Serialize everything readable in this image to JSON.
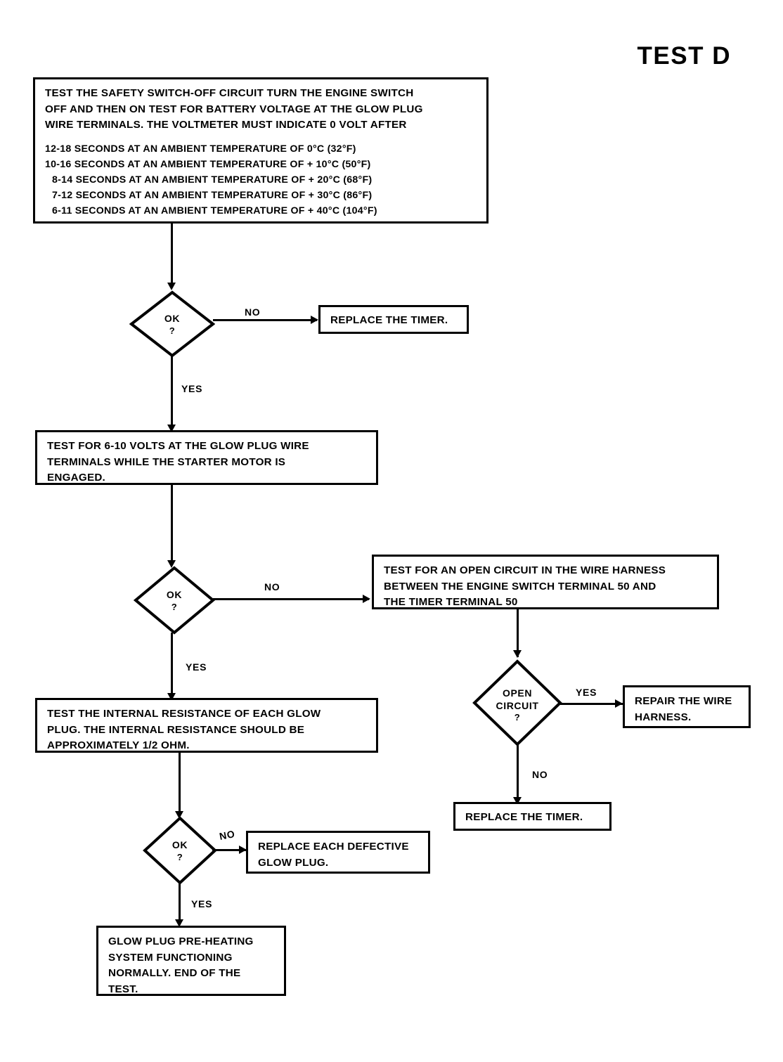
{
  "title": "TEST D",
  "nodes": {
    "intro": {
      "lines": [
        "TEST THE SAFETY SWITCH-OFF CIRCUIT  TURN THE ENGINE SWITCH",
        "OFF AND THEN ON  TEST FOR BATTERY VOLTAGE AT THE GLOW PLUG",
        "WIRE TERMINALS. THE VOLTMETER MUST INDICATE 0 VOLT AFTER"
      ],
      "timing_rows": [
        "12-18 SECONDS AT AN AMBIENT TEMPERATURE OF 0°C (32°F)",
        "10-16 SECONDS AT AN AMBIENT TEMPERATURE OF  + 10°C (50°F)",
        "8-14 SECONDS AT AN AMBIENT TEMPERATURE OF  + 20°C (68°F)",
        "7-12 SECONDS AT AN AMBIENT TEMPERATURE OF  + 30°C (86°F)",
        "6-11 SECONDS AT AN AMBIENT TEMPERATURE OF  + 40°C (104°F)"
      ]
    },
    "decision1": {
      "label": "OK",
      "question": "?"
    },
    "replace_timer_1": {
      "lines": [
        "REPLACE THE TIMER."
      ]
    },
    "test_volts": {
      "lines": [
        "TEST FOR 6-10 VOLTS AT THE GLOW PLUG WIRE",
        "TERMINALS WHILE THE STARTER MOTOR IS",
        "ENGAGED."
      ]
    },
    "decision2": {
      "label": "OK",
      "question": "?"
    },
    "test_open_circuit": {
      "lines": [
        "TEST FOR AN OPEN CIRCUIT IN THE WIRE HARNESS",
        "BETWEEN THE ENGINE SWITCH TERMINAL 50 AND",
        "THE TIMER TERMINAL 50"
      ]
    },
    "decision_open": {
      "label1": "OPEN",
      "label2": "CIRCUIT",
      "question": "?"
    },
    "repair_harness": {
      "lines": [
        "REPAIR THE WIRE",
        "HARNESS."
      ]
    },
    "replace_timer_2": {
      "lines": [
        "REPLACE THE TIMER."
      ]
    },
    "test_resistance": {
      "lines": [
        "TEST THE INTERNAL RESISTANCE OF EACH GLOW",
        "PLUG. THE INTERNAL RESISTANCE SHOULD BE",
        "APPROXIMATELY 1/2 OHM."
      ]
    },
    "decision3": {
      "label": "OK",
      "question": "?"
    },
    "replace_glow_plug": {
      "lines": [
        "REPLACE EACH DEFECTIVE",
        "GLOW PLUG."
      ]
    },
    "end_node": {
      "lines": [
        "GLOW PLUG PRE-HEATING",
        "SYSTEM FUNCTIONING",
        "NORMALLY. END OF THE",
        "TEST."
      ]
    }
  },
  "edges": {
    "d1_no": "NO",
    "d1_yes": "YES",
    "d2_no": "NO",
    "d2_yes": "YES",
    "dopen_yes": "YES",
    "dopen_no": "NO",
    "d3_no": "NO",
    "d3_yes": "YES"
  }
}
